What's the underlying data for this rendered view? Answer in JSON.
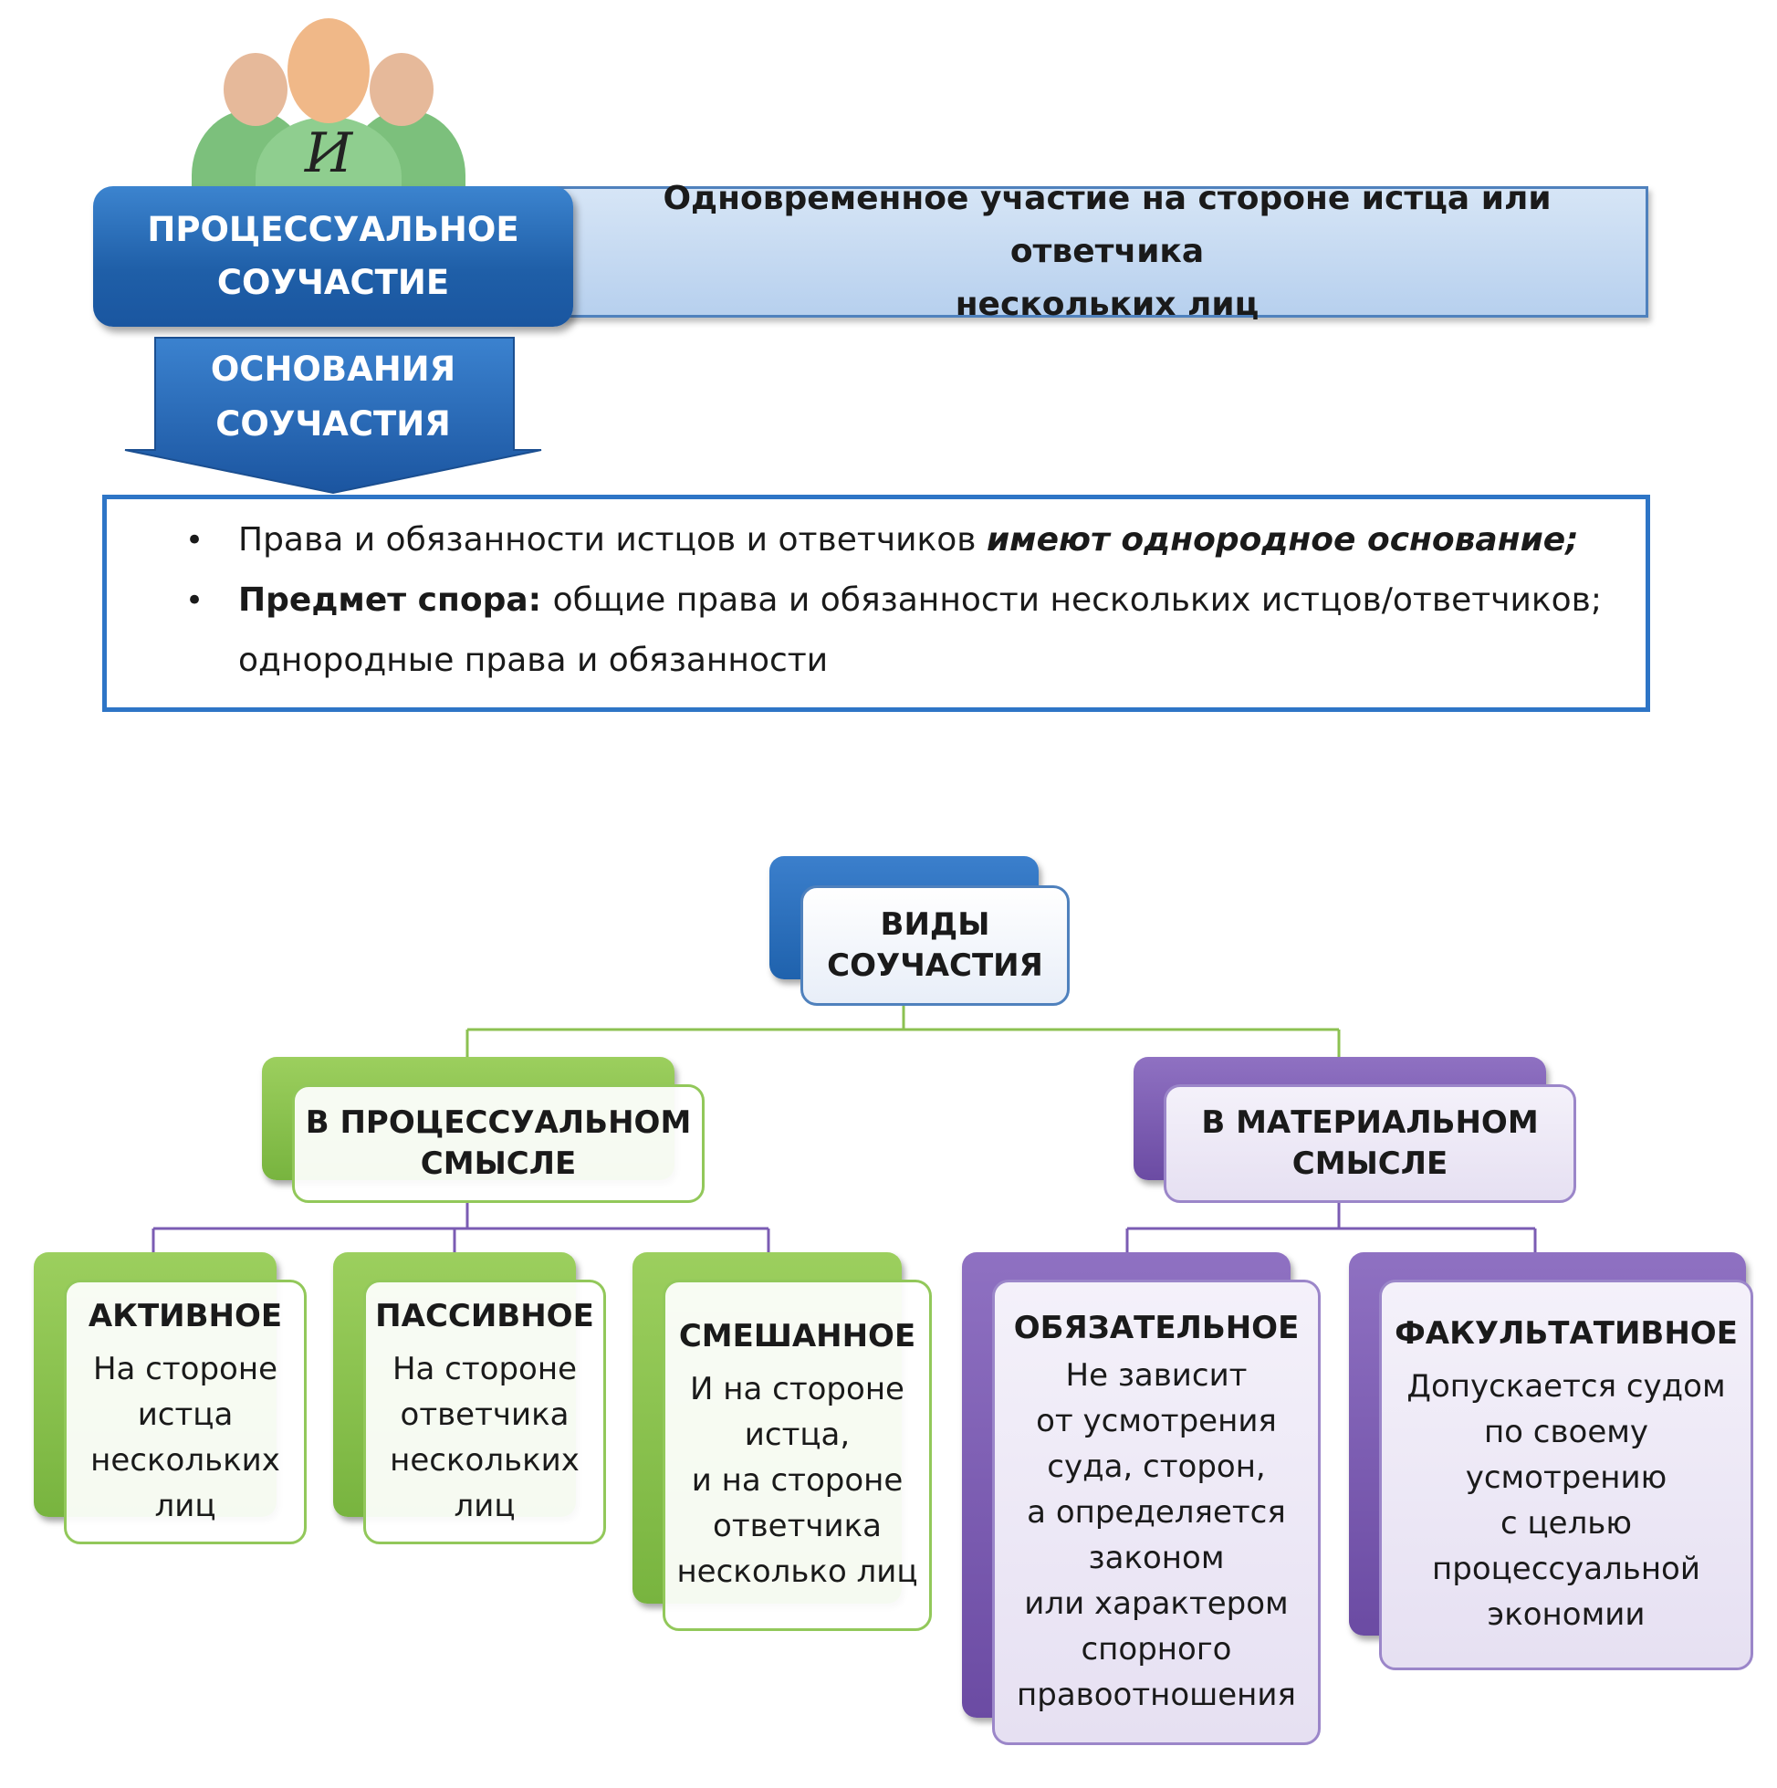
{
  "header": {
    "main_term": "ПРОЦЕССУАЛЬНОЕ\nСОУЧАСТИЕ",
    "main_term_line1": "ПРОЦЕССУАЛЬНОЕ",
    "main_term_line2": "СОУЧАСТИЕ",
    "definition_line1": "Одновременное участие на стороне истца или ответчика",
    "definition_line2": "нескольких лиц",
    "logo_text": "И"
  },
  "basis": {
    "label_line1": "ОСНОВАНИЯ",
    "label_line2": "СОУЧАСТИЯ",
    "items": [
      {
        "plain": "Права и обязанности истцов и ответчиков ",
        "emphasis": "имеют однородное основание;"
      },
      {
        "bold": "Предмет спора: ",
        "plain": "общие права и обязанности нескольких истцов/ответчиков;",
        "continuation": "однородные права и обязанности"
      }
    ],
    "bullet": "•"
  },
  "tree": {
    "root": {
      "line1": "ВИДЫ",
      "line2": "СОУЧАСТИЯ"
    },
    "branches": [
      {
        "title_line1": "В ПРОЦЕССУАЛЬНОМ",
        "title_line2": "СМЫСЛЕ",
        "children": [
          {
            "title": "АКТИВНОЕ",
            "desc": "На стороне\nистца\nнескольких\nлиц"
          },
          {
            "title": "ПАССИВНОЕ",
            "desc": "На стороне\nответчика\nнескольких\nлиц"
          },
          {
            "title": "СМЕШАННОЕ",
            "desc": "И на стороне\nистца,\nи на стороне\nответчика\nнесколько лиц"
          }
        ]
      },
      {
        "title_line1": "В МАТЕРИАЛЬНОМ",
        "title_line2": "СМЫСЛЕ",
        "children": [
          {
            "title": "ОБЯЗАТЕЛЬНОЕ",
            "desc": "Не зависит\nот усмотрения\nсуда, сторон,\nа определяется\nзаконом\nили характером\nспорного\nправоотношения"
          },
          {
            "title": "ФАКУЛЬТАТИВНОЕ",
            "desc": "Допускается судом\nпо своему\nусмотрению\nс целью\nпроцессуальной\nэкономии"
          }
        ]
      }
    ]
  },
  "colors": {
    "blue": "#1f5fa8",
    "green": "#8cc152",
    "purple": "#7b5cb3",
    "line_blue": "#2e75c6"
  }
}
